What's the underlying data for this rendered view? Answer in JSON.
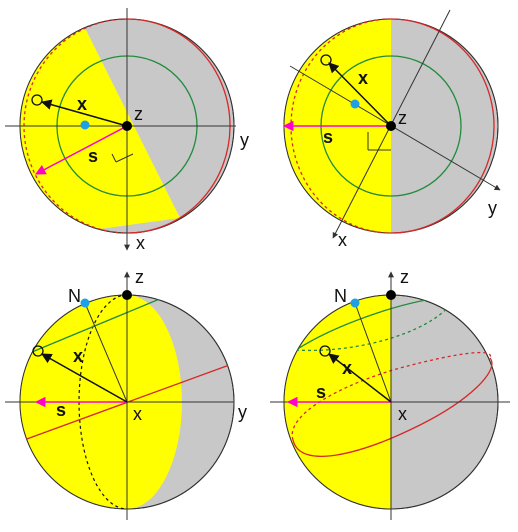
{
  "labels": {
    "axis_x": "x",
    "axis_y": "y",
    "axis_z": "z",
    "vec_x": "x",
    "vec_s": "s",
    "north": "N"
  },
  "colors": {
    "lit": "#ffff00",
    "shadow": "#c8c8c8",
    "terminator_circle": "#228b3c",
    "equator": "#d62828",
    "sun_vector": "#ff00cc",
    "north_dot": "#1ea0e6",
    "axis": "#333333"
  },
  "panels": [
    {
      "id": "top-left"
    },
    {
      "id": "top-right"
    },
    {
      "id": "bottom-left"
    },
    {
      "id": "bottom-right"
    }
  ]
}
